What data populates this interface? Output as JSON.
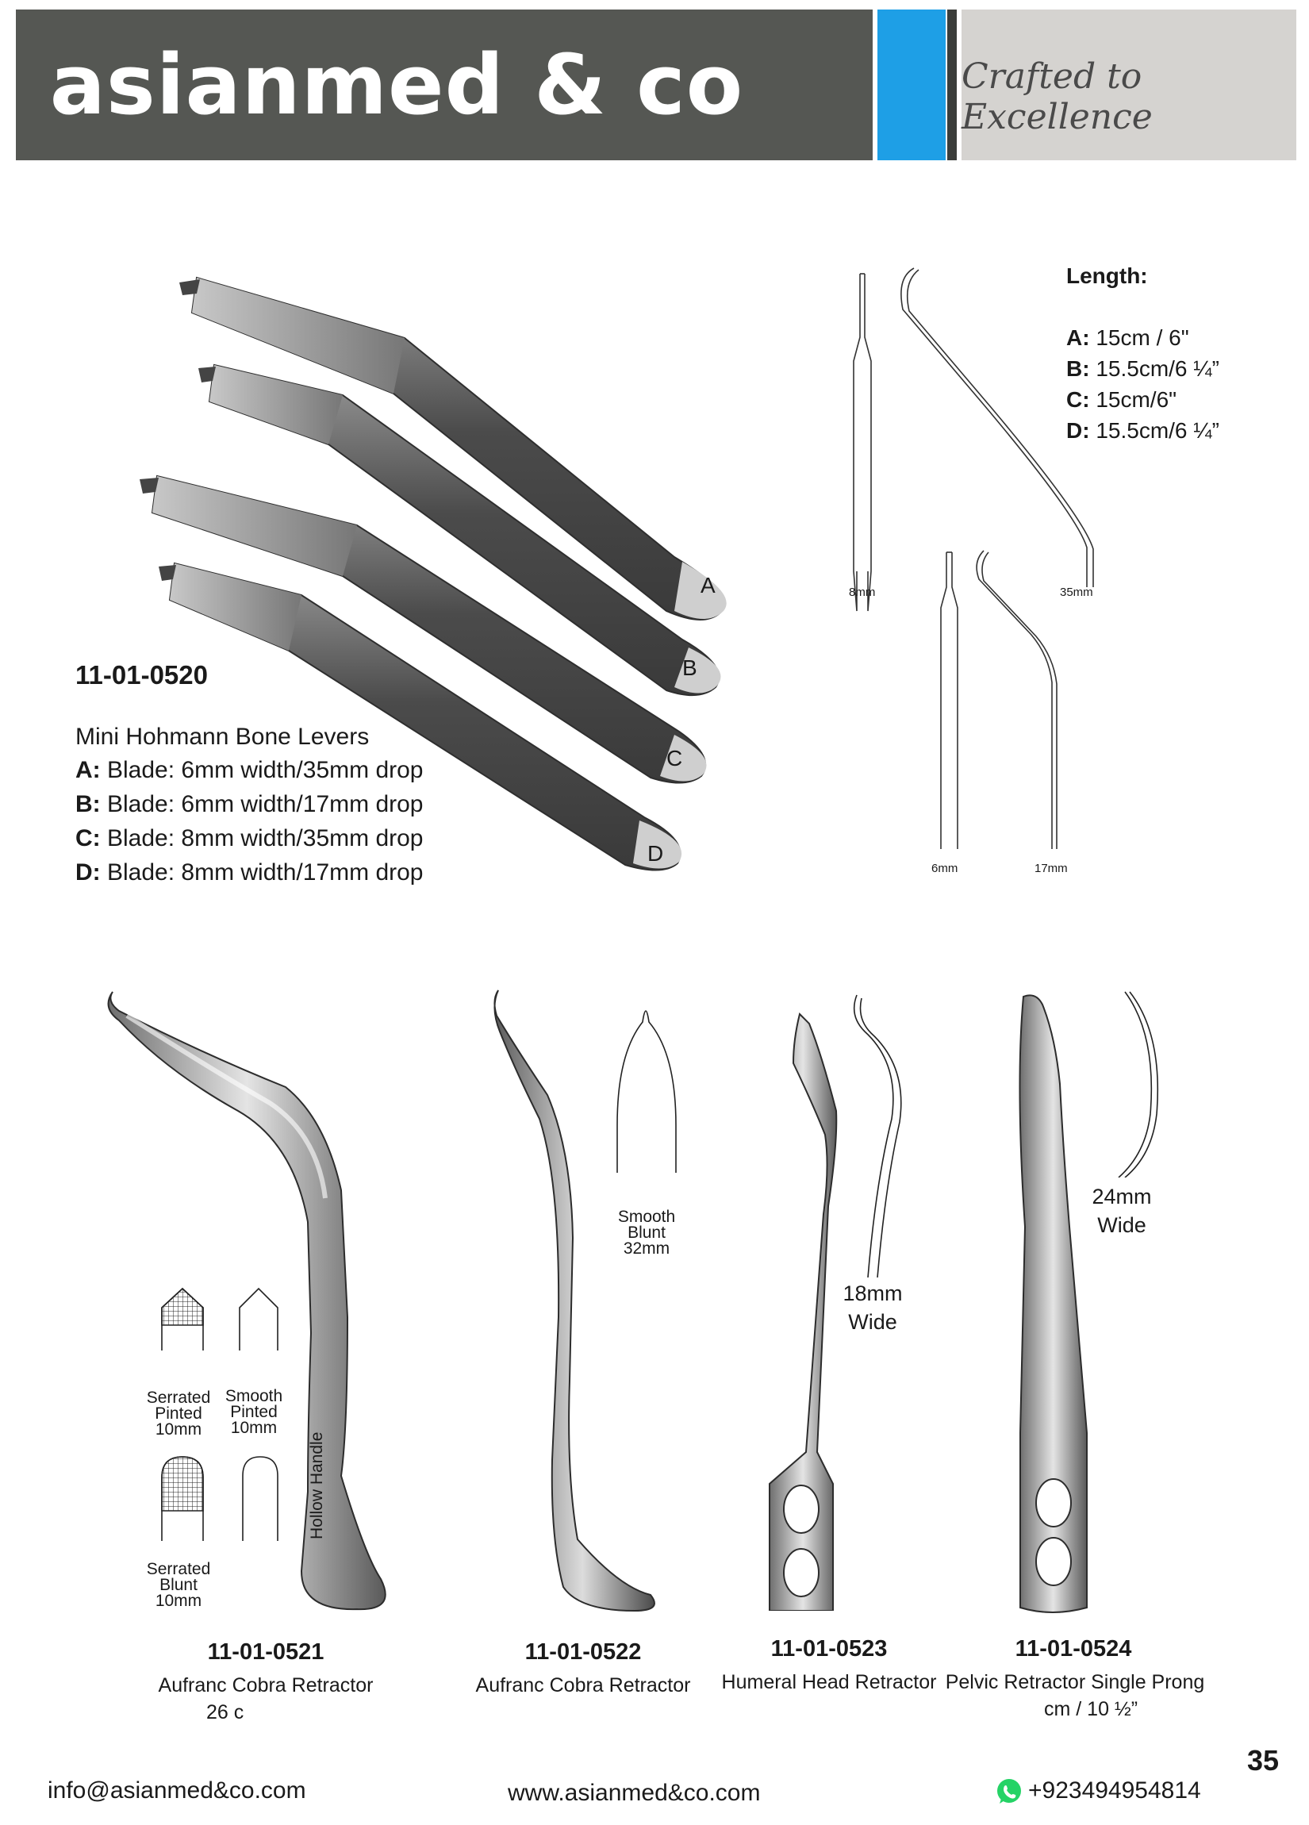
{
  "header": {
    "brand": "asianmed & co",
    "tagline": "Crafted to Excellence",
    "colors": {
      "dark": "#555753",
      "blue": "#1e9fe6",
      "grey": "#d5d3d0"
    }
  },
  "section1": {
    "code": "11-01-0520",
    "name": "Mini Hohmann Bone Levers",
    "variants": [
      {
        "key": "A:",
        "text": " Blade: 6mm width/35mm drop"
      },
      {
        "key": "B:",
        "text": " Blade: 6mm width/17mm drop"
      },
      {
        "key": "C:",
        "text": " Blade: 8mm width/35mm drop"
      },
      {
        "key": "D:",
        "text": " Blade: 8mm width/17mm drop"
      }
    ],
    "photo_letters": [
      "A",
      "B",
      "C",
      "D"
    ],
    "length": {
      "title": "Length:",
      "items": [
        {
          "key": "A:",
          "text": " 15cm / 6\""
        },
        {
          "key": "B:",
          "text": " 15.5cm/6 ¼”"
        },
        {
          "key": "C:",
          "text": " 15cm/6\""
        },
        {
          "key": "D:",
          "text": " 15.5cm/6 ¼”"
        }
      ]
    },
    "diagram_labels": {
      "w1": "8mm",
      "d1": "35mm",
      "w2": "6mm",
      "d2": "17mm"
    }
  },
  "section2": {
    "products": [
      {
        "code": "11-01-0521",
        "name": "Aufranc Cobra Retractor",
        "extra": "26 c"
      },
      {
        "code": "11-01-0522",
        "name": "Aufranc Cobra Retractor"
      },
      {
        "code": "11-01-0523",
        "name": "Humeral Head Retractor"
      },
      {
        "code": "11-01-0524",
        "name": "Pelvic Retractor Single Prong",
        "extra": "cm / 10 ½”"
      }
    ],
    "tips": {
      "serrated_pinted": [
        "Serrated",
        "Pinted",
        "10mm"
      ],
      "smooth_pinted": [
        "Smooth",
        "Pinted",
        "10mm"
      ],
      "serrated_blunt": [
        "Serrated",
        "Blunt",
        "10mm"
      ],
      "hollow_handle": "Hollow Handle",
      "smooth_blunt": [
        "Smooth",
        "Blunt",
        "32mm"
      ],
      "wide18": [
        "18mm",
        "Wide"
      ],
      "wide24": [
        "24mm",
        "Wide"
      ]
    }
  },
  "footer": {
    "email": "info@asianmed&co.com",
    "website": "www.asianmed&co.com",
    "phone": "+923494954814",
    "page_number": "35"
  }
}
